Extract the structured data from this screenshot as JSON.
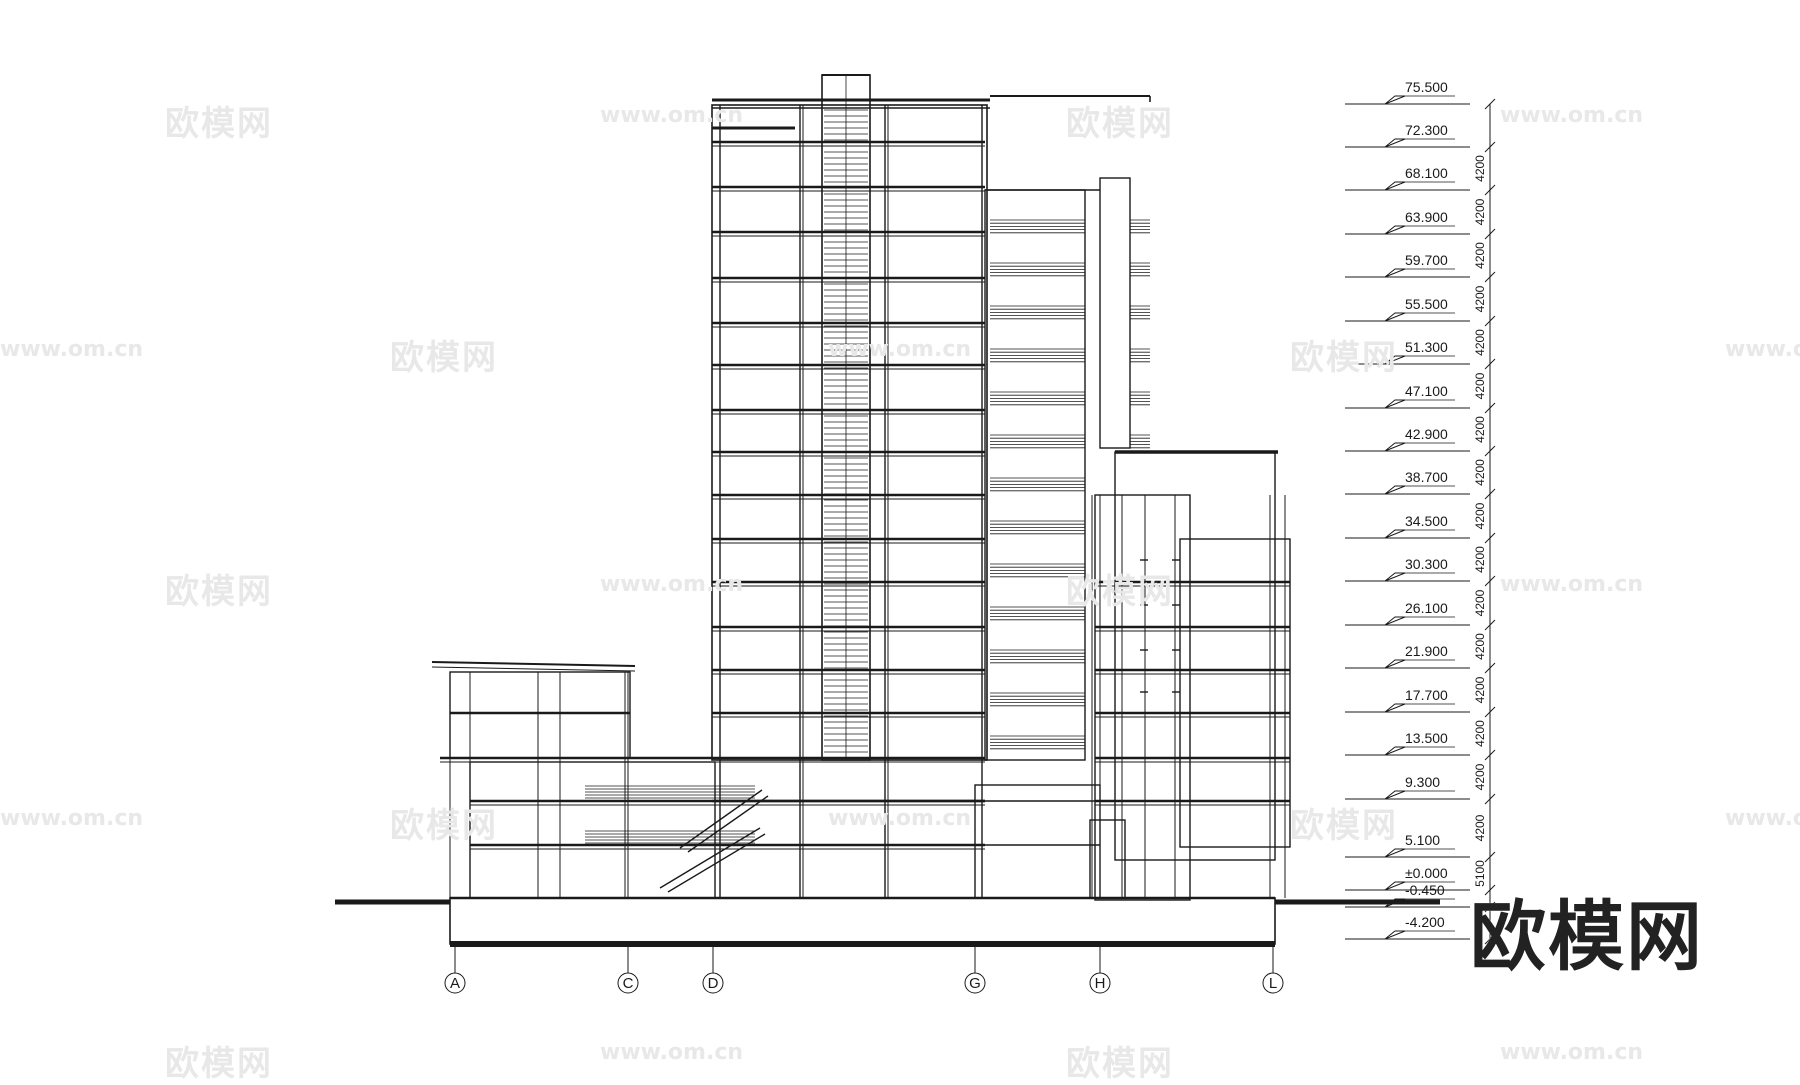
{
  "drawing": {
    "title": "",
    "axes": [
      "A",
      "C",
      "D",
      "G",
      "H",
      "L"
    ],
    "elevations": [
      "75.500",
      "72.300",
      "68.100",
      "63.900",
      "59.700",
      "55.500",
      "51.300",
      "47.100",
      "42.900",
      "38.700",
      "34.500",
      "30.300",
      "26.100",
      "21.900",
      "17.700",
      "13.500",
      "9.300",
      "5.100",
      "±0.000",
      "-0.450",
      "-4.200"
    ],
    "floor_heights": [
      "4200",
      "4200",
      "4200",
      "4200",
      "4200",
      "4200",
      "4200",
      "4200",
      "4200",
      "4200",
      "4200",
      "4200",
      "4200",
      "4200",
      "4200",
      "4200",
      "5100"
    ]
  },
  "watermark": {
    "text_cn": "欧模网",
    "url": "www.om.cn",
    "logo": "欧模网"
  },
  "colors": {
    "line": "#1a1a1a",
    "watermark": "#e8e8e8",
    "background": "#ffffff"
  }
}
